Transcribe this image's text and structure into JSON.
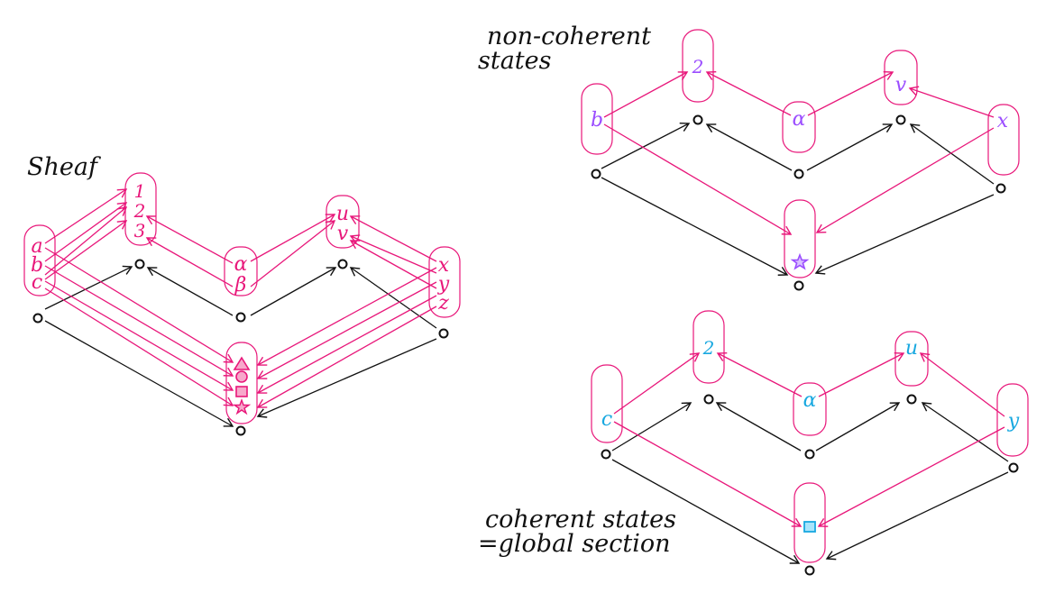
{
  "colors": {
    "sheaf": "#e8177a",
    "noncoherent": "#9b4dff",
    "coherent": "#18a8e0",
    "base": "#111111"
  },
  "headings": {
    "sheaf": "Sheaf",
    "noncoherent_line1": "non-coherent",
    "noncoherent_line2": "states",
    "coherent_line1": "coherent states",
    "coherent_line2": "=global section"
  },
  "sheaf": {
    "left": [
      "a",
      "b",
      "c"
    ],
    "top_left": [
      "1",
      "2",
      "3"
    ],
    "middle": [
      "α",
      "β"
    ],
    "top_right": [
      "u",
      "v"
    ],
    "right": [
      "x",
      "y",
      "z"
    ],
    "bottom_icons": [
      "triangle-icon",
      "circle-icon",
      "square-icon",
      "star-icon"
    ]
  },
  "noncoherent": {
    "left": "b",
    "top_left": "2",
    "middle": "α",
    "top_right": "v",
    "right": "x",
    "bottom_icon": "star-icon"
  },
  "coherent": {
    "left": "c",
    "top_left": "2",
    "middle": "α",
    "top_right": "u",
    "right": "y",
    "bottom_icon": "square-icon"
  }
}
